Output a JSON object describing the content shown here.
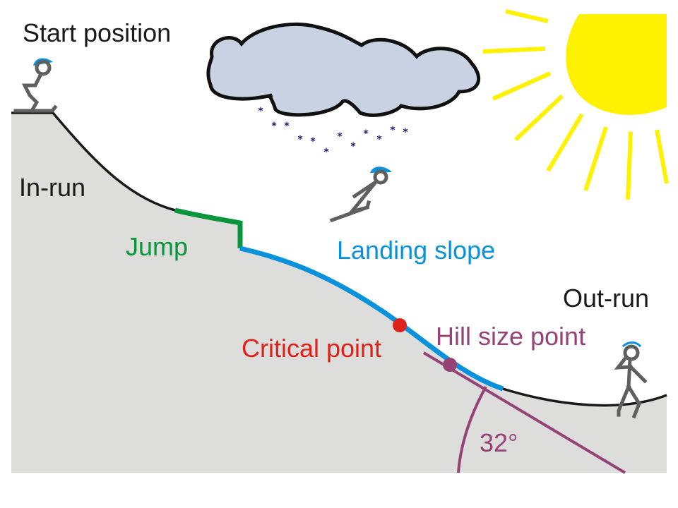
{
  "title": "Ski jumping hill profile",
  "colors": {
    "ground": "#dddddc",
    "profile": "#1a1a1a",
    "jump": "#07963c",
    "landing": "#0891dc",
    "critical": "#de2119",
    "hill_size": "#954376",
    "sun": "#fff200",
    "cloud": "#c8d2e2",
    "snow": "#1f1e6e",
    "figure": "#5f5f5f",
    "helmet": "#0891dc"
  },
  "labels": {
    "start_position": "Start position",
    "in_run": "In-run",
    "jump": "Jump",
    "landing_slope": "Landing slope",
    "critical_point": "Critical point",
    "hill_size_point": "Hill size point",
    "out_run": "Out-run",
    "angle": "32°"
  },
  "angle_degrees": 32
}
